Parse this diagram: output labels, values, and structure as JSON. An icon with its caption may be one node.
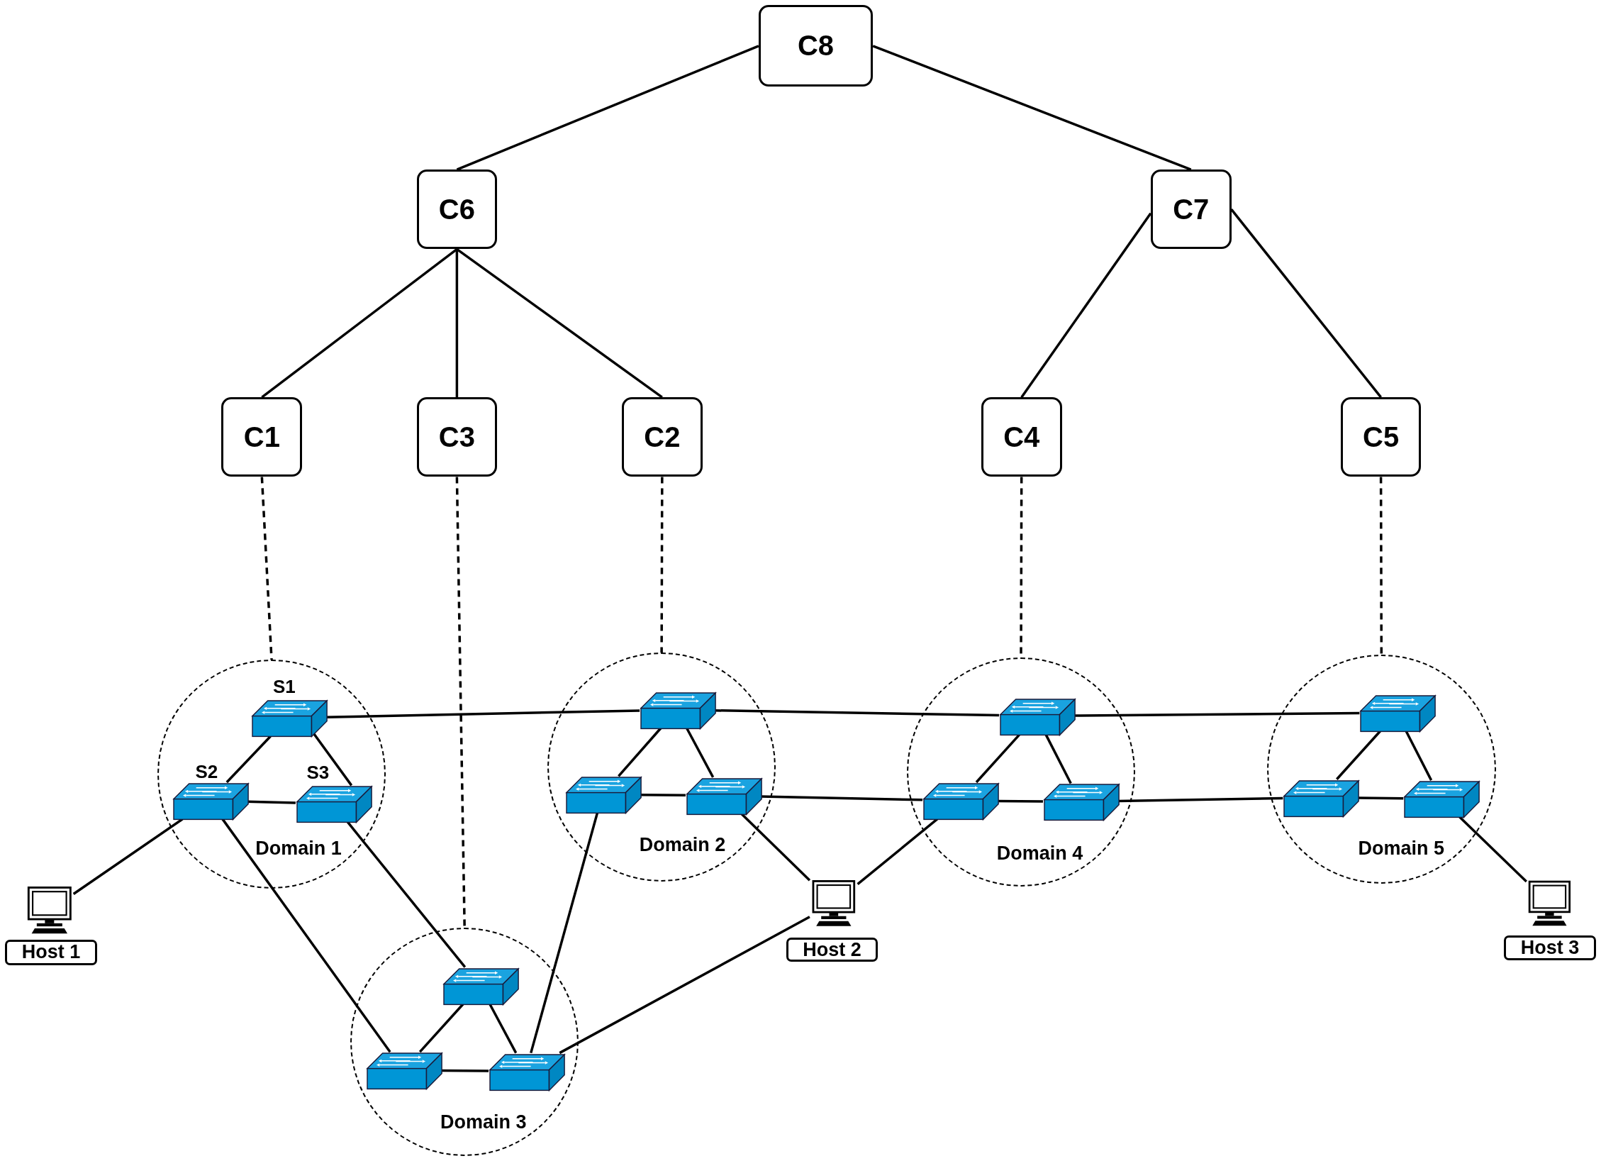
{
  "diagram": {
    "nodes": [
      {
        "text": [
          "C8"
        ]
      },
      {
        "text": [
          "C6"
        ]
      },
      {
        "text": [
          "C7"
        ]
      },
      {
        "text": [
          "C1"
        ]
      },
      {
        "text": [
          "C3"
        ]
      },
      {
        "text": [
          "C2"
        ]
      },
      {
        "text": [
          "C4"
        ]
      },
      {
        "text": [
          "C5"
        ]
      },
      {
        "text": [
          "Domain 1"
        ]
      },
      {
        "text": [
          "S1"
        ],
        "in": 8
      },
      {
        "text": [
          "S2"
        ],
        "in": 8
      },
      {
        "text": [
          "S3"
        ],
        "in": 8
      },
      {
        "text": [
          "Domain 2"
        ]
      },
      {
        "text": [],
        "shape": "picture",
        "in": 12
      },
      {
        "text": [],
        "shape": "picture",
        "in": 12
      },
      {
        "text": [],
        "shape": "picture",
        "in": 12
      },
      {
        "text": [
          "Domain 3"
        ]
      },
      {
        "text": [],
        "shape": "picture",
        "in": 16
      },
      {
        "text": [],
        "shape": "picture",
        "in": 16
      },
      {
        "text": [],
        "shape": "picture",
        "in": 16
      },
      {
        "text": [
          "Domain 4"
        ]
      },
      {
        "text": [],
        "shape": "picture",
        "in": 20
      },
      {
        "text": [],
        "shape": "picture",
        "in": 20
      },
      {
        "text": [],
        "shape": "picture",
        "in": 20
      },
      {
        "text": [
          "Domain 5"
        ]
      },
      {
        "text": [],
        "shape": "picture",
        "in": 24
      },
      {
        "text": [],
        "shape": "picture",
        "in": 24
      },
      {
        "text": [],
        "shape": "picture",
        "in": 24
      },
      {
        "text": [
          "Host 1"
        ]
      },
      {
        "text": [
          "Host 2"
        ]
      },
      {
        "text": [
          "Host 3"
        ]
      }
    ],
    "edges": [
      {
        "from": 0,
        "to": 1,
        "arrow": "none"
      },
      {
        "from": 0,
        "to": 2,
        "arrow": "none"
      },
      {
        "from": 1,
        "to": 3,
        "arrow": "none"
      },
      {
        "from": 1,
        "to": 4,
        "arrow": "none"
      },
      {
        "from": 1,
        "to": 5,
        "arrow": "none"
      },
      {
        "from": 2,
        "to": 6,
        "arrow": "none"
      },
      {
        "from": 2,
        "to": 7,
        "arrow": "none"
      },
      {
        "from": 3,
        "to": 8,
        "arrow": "none",
        "style": "dashed"
      },
      {
        "from": 4,
        "to": 16,
        "arrow": "none",
        "style": "dashed"
      },
      {
        "from": 5,
        "to": 12,
        "arrow": "none",
        "style": "dashed"
      },
      {
        "from": 6,
        "to": 20,
        "arrow": "none",
        "style": "dashed"
      },
      {
        "from": 7,
        "to": 24,
        "arrow": "none",
        "style": "dashed"
      },
      {
        "from": 9,
        "to": 10,
        "arrow": "none"
      },
      {
        "from": 9,
        "to": 11,
        "arrow": "none"
      },
      {
        "from": 10,
        "to": 11,
        "arrow": "none"
      },
      {
        "from": 13,
        "to": 14,
        "arrow": "none"
      },
      {
        "from": 13,
        "to": 15,
        "arrow": "none"
      },
      {
        "from": 14,
        "to": 15,
        "arrow": "none"
      },
      {
        "from": 17,
        "to": 18,
        "arrow": "none"
      },
      {
        "from": 17,
        "to": 19,
        "arrow": "none"
      },
      {
        "from": 18,
        "to": 19,
        "arrow": "none"
      },
      {
        "from": 21,
        "to": 22,
        "arrow": "none"
      },
      {
        "from": 21,
        "to": 23,
        "arrow": "none"
      },
      {
        "from": 22,
        "to": 23,
        "arrow": "none"
      },
      {
        "from": 25,
        "to": 26,
        "arrow": "none"
      },
      {
        "from": 25,
        "to": 27,
        "arrow": "none"
      },
      {
        "from": 26,
        "to": 27,
        "arrow": "none"
      },
      {
        "from": 9,
        "to": 13,
        "arrow": "none"
      },
      {
        "from": 13,
        "to": 21,
        "arrow": "none"
      },
      {
        "from": 21,
        "to": 25,
        "arrow": "none"
      },
      {
        "from": 15,
        "to": 22,
        "arrow": "none"
      },
      {
        "from": 23,
        "to": 26,
        "arrow": "none"
      },
      {
        "from": 10,
        "to": 28,
        "arrow": "none"
      },
      {
        "from": 10,
        "to": 18,
        "arrow": "none"
      },
      {
        "from": 11,
        "to": 17,
        "arrow": "none"
      },
      {
        "from": 14,
        "to": 19,
        "arrow": "none"
      },
      {
        "from": 19,
        "to": 29,
        "arrow": "none"
      },
      {
        "from": 15,
        "to": 29,
        "arrow": "none"
      },
      {
        "from": 22,
        "to": 29,
        "arrow": "none"
      },
      {
        "from": 27,
        "to": 30,
        "arrow": "none"
      }
    ]
  }
}
